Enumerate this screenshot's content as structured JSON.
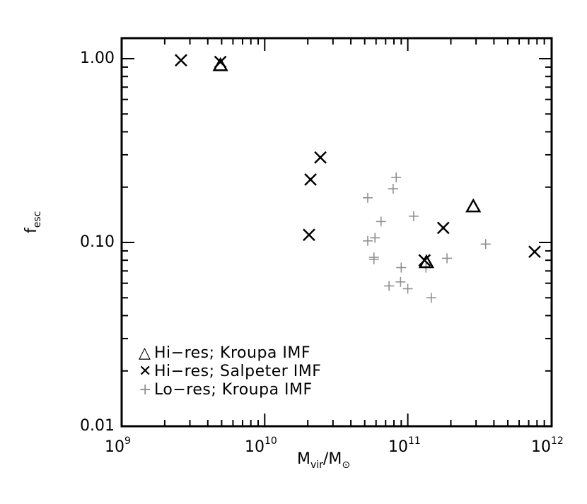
{
  "chart_data": {
    "type": "scatter",
    "title": "",
    "xlabel": "M_vir/M_sun",
    "ylabel": "f_esc",
    "xscale": "log",
    "yscale": "log",
    "xlim": [
      1000000000.0,
      1000000000000.0
    ],
    "ylim": [
      0.01,
      1.3
    ],
    "x_ticks": [
      "10^9",
      "10^10",
      "10^11",
      "10^12"
    ],
    "y_ticks": [
      "0.01",
      "0.10",
      "1.00"
    ],
    "grid": false,
    "legend_position": "lower left",
    "series": [
      {
        "name": "Hi-res; Kroupa IMF",
        "marker": "triangle",
        "color": "#000000",
        "points": [
          [
            4900000000.0,
            0.92
          ],
          [
            135000000000.0,
            0.078
          ],
          [
            287000000000.0,
            0.157
          ]
        ]
      },
      {
        "name": "Hi-res; Salpeter IMF",
        "marker": "x",
        "color": "#000000",
        "points": [
          [
            2600000000.0,
            0.98
          ],
          [
            4900000000.0,
            0.96
          ],
          [
            24500000000.0,
            0.29
          ],
          [
            20900000000.0,
            0.22
          ],
          [
            20400000000.0,
            0.11
          ],
          [
            177000000000.0,
            0.12
          ],
          [
            131000000000.0,
            0.08
          ],
          [
            770000000000.0,
            0.089
          ]
        ]
      },
      {
        "name": "Lo-res; Kroupa IMF",
        "marker": "plus",
        "color": "#909090",
        "points": [
          [
            83000000000.0,
            0.226
          ],
          [
            79000000000.0,
            0.196
          ],
          [
            52500000000.0,
            0.175
          ],
          [
            110000000000.0,
            0.139
          ],
          [
            65000000000.0,
            0.13
          ],
          [
            59000000000.0,
            0.106
          ],
          [
            52500000000.0,
            0.102
          ],
          [
            58000000000.0,
            0.083
          ],
          [
            58000000000.0,
            0.081
          ],
          [
            90000000000.0,
            0.073
          ],
          [
            74000000000.0,
            0.058
          ],
          [
            89000000000.0,
            0.061
          ],
          [
            100000000000.0,
            0.056
          ],
          [
            146000000000.0,
            0.05
          ],
          [
            188000000000.0,
            0.082
          ],
          [
            350000000000.0,
            0.098
          ],
          [
            134000000000.0,
            0.073
          ]
        ]
      }
    ]
  },
  "axes": {
    "x_tick_labels": [
      {
        "base": "10",
        "exp": "9"
      },
      {
        "base": "10",
        "exp": "10"
      },
      {
        "base": "10",
        "exp": "11"
      },
      {
        "base": "10",
        "exp": "12"
      }
    ],
    "y_tick_labels": [
      "1.00",
      "0.10",
      "0.01"
    ],
    "xlabel": {
      "main": "M",
      "sub": "vir",
      "slash": "/M",
      "sun": "⊙"
    },
    "ylabel": {
      "main": "f",
      "sub": "esc"
    }
  },
  "legend": {
    "items": [
      {
        "symbol": "△",
        "label": "Hi−res; Kroupa IMF"
      },
      {
        "symbol": "✕",
        "label": "Hi−res; Salpeter IMF"
      },
      {
        "symbol": "+",
        "label": "Lo−res; Kroupa IMF"
      }
    ]
  }
}
